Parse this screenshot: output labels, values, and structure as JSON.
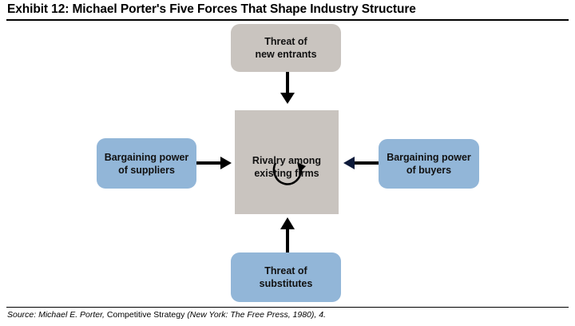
{
  "header": {
    "title": "Exhibit 12: Michael Porter's Five Forces That Shape Industry Structure"
  },
  "diagram": {
    "center": {
      "label": "Rivalry among existing firms",
      "line1": "Rivalry among",
      "line2": "existing firms",
      "icon": "circular-arrow-icon"
    },
    "top": {
      "line1": "Threat of",
      "line2": "new entrants"
    },
    "left": {
      "line1": "Bargaining power",
      "line2": "of suppliers"
    },
    "right": {
      "line1": "Bargaining power",
      "line2": "of buyers"
    },
    "bottom": {
      "line1": "Threat of",
      "line2": "substitutes"
    },
    "colors": {
      "grey_box": "#c9c4bf",
      "blue_box": "#92b6d8",
      "arrow": "#000000",
      "arrow_head_right": "#0d1a3a"
    }
  },
  "footer": {
    "source_prefix": "Source: Michael E. Porter, ",
    "source_title": "Competitive Strategy",
    "source_suffix": " (New York: The Free Press, 1980), 4."
  }
}
